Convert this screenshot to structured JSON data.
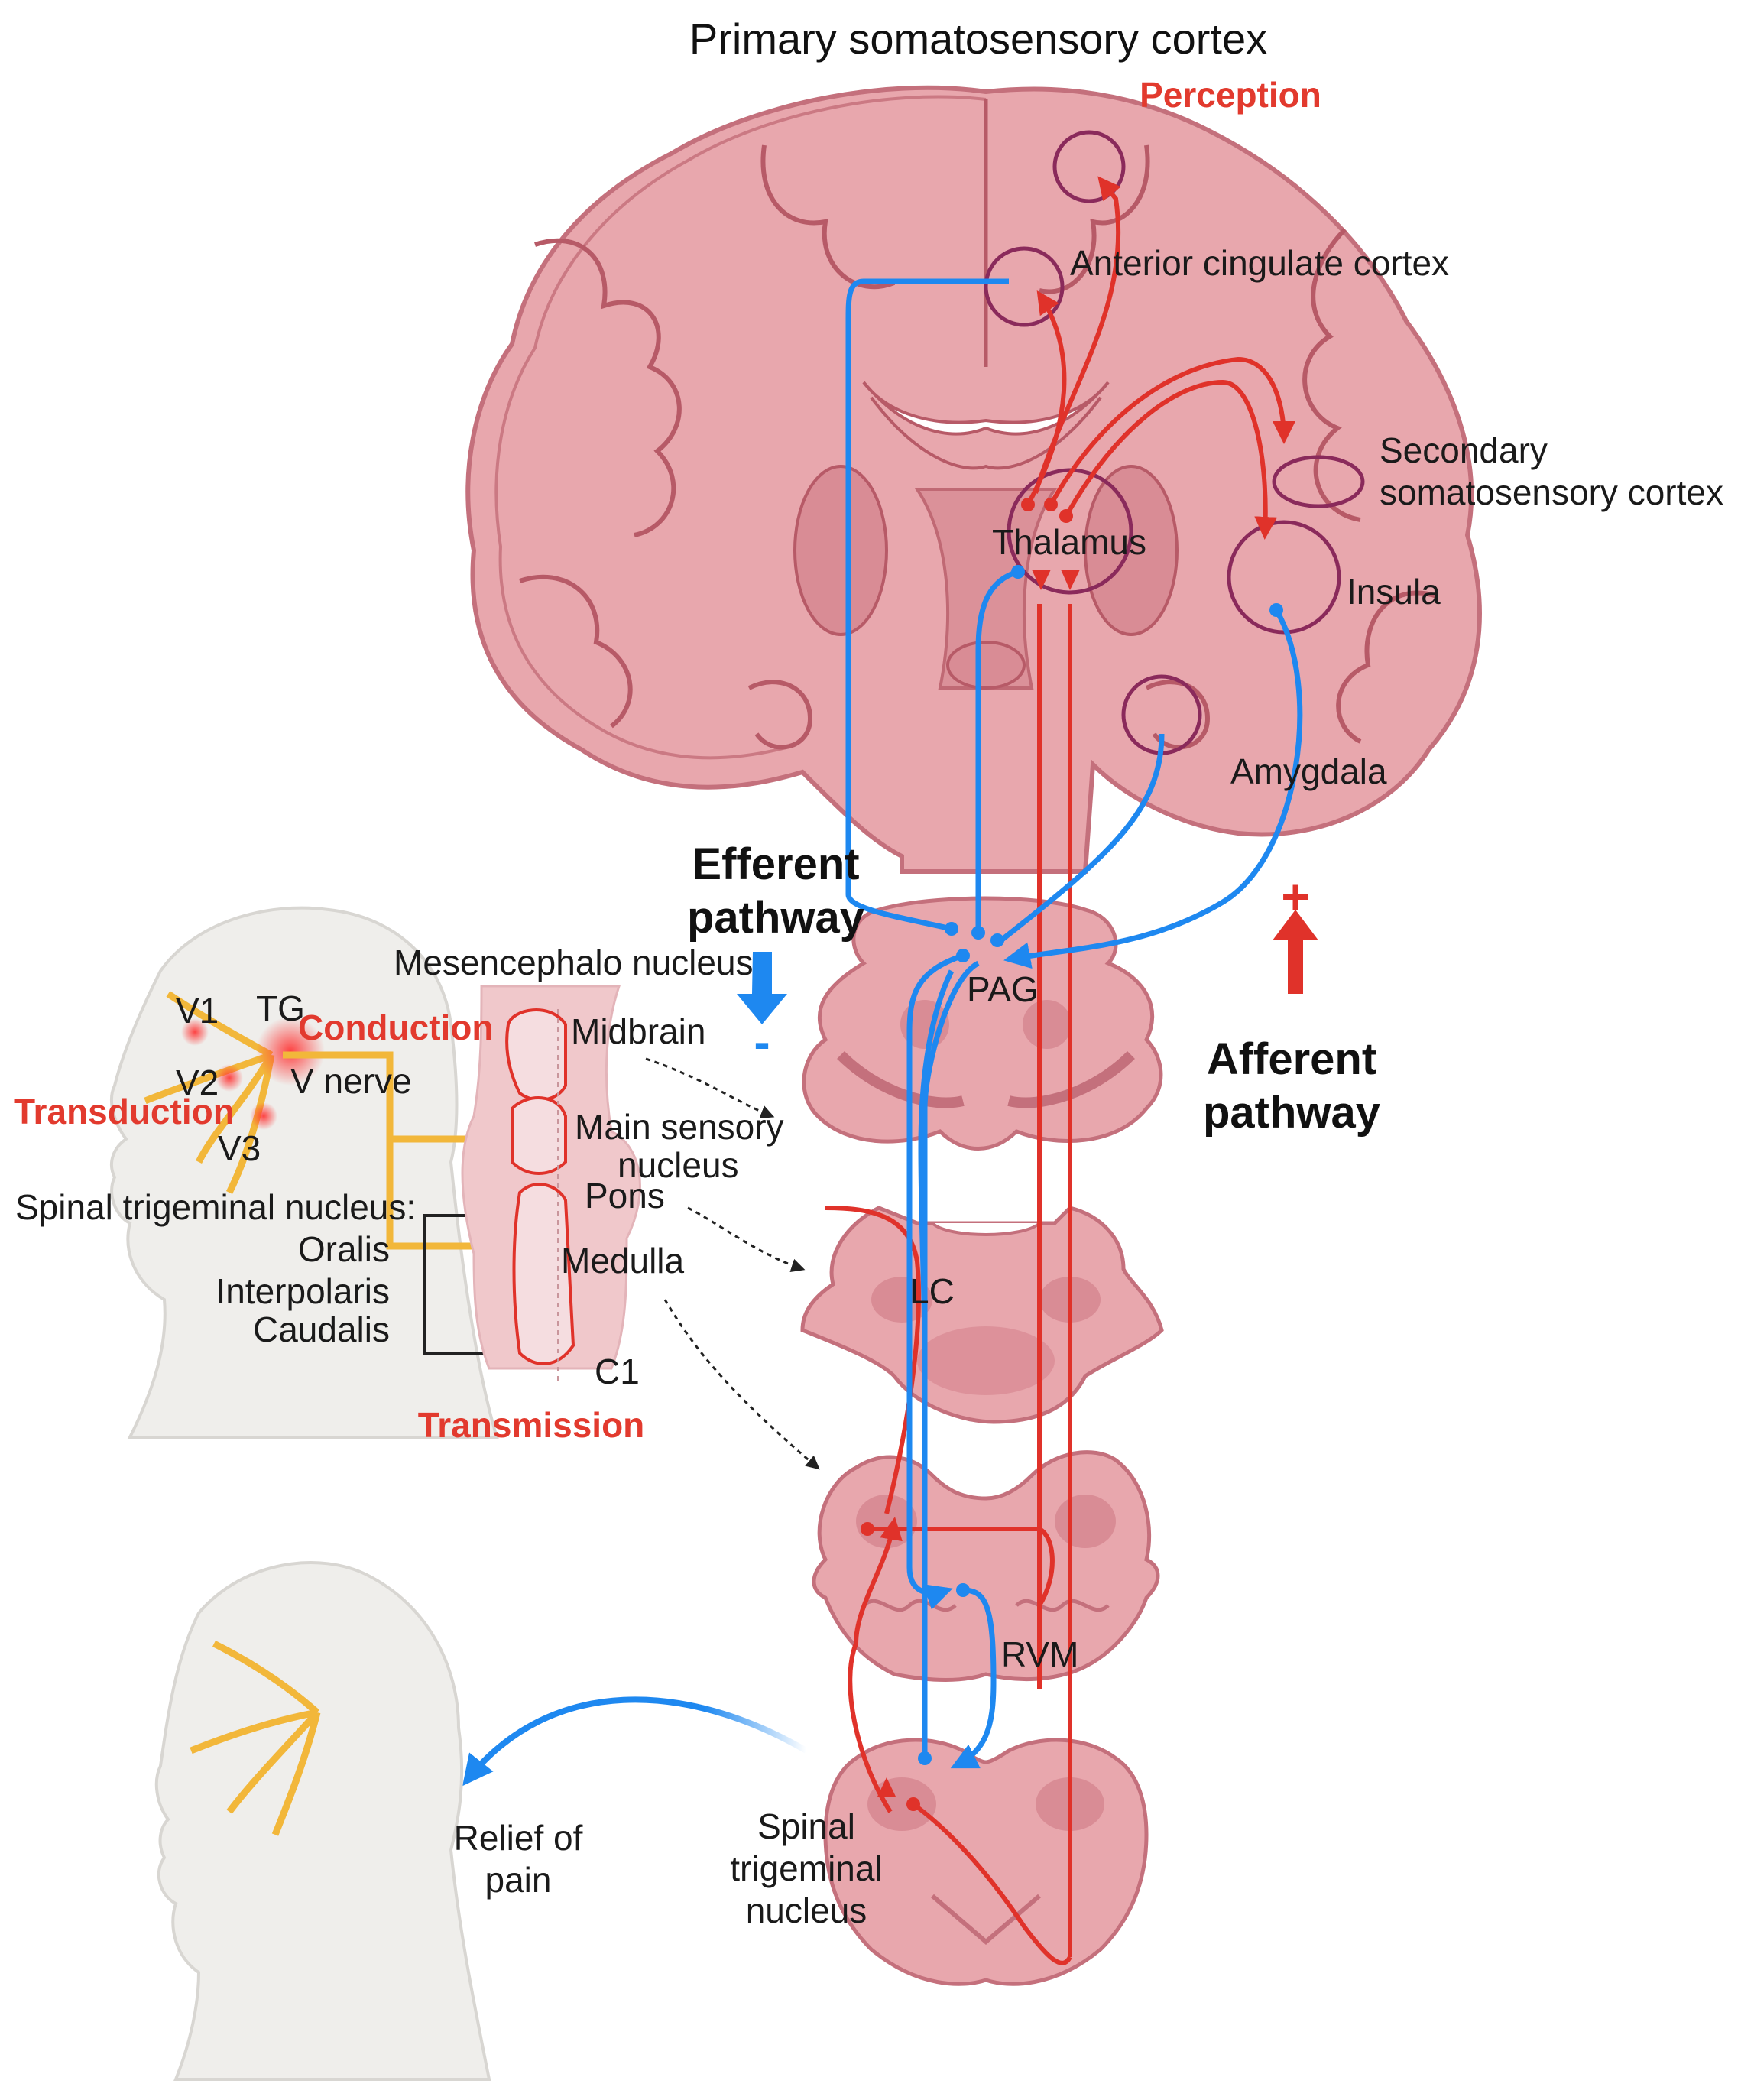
{
  "title": "Primary somatosensory cortex",
  "labels": {
    "perception": "Perception",
    "acc": "Anterior cingulate cortex",
    "secondary_1": "Secondary",
    "secondary_2": "somatosensory cortex",
    "thalamus": "Thalamus",
    "insula": "Insula",
    "amygdala": "Amygdala",
    "efferent_1": "Efferent",
    "efferent_2": "pathway",
    "efferent_sign": "-",
    "afferent_1": "Afferent",
    "afferent_2": "pathway",
    "afferent_sign": "+",
    "pag": "PAG",
    "lc": "LC",
    "rvm": "RVM",
    "stn_1": "Spinal",
    "stn_2": "trigeminal",
    "stn_3": "nucleus",
    "relief_1": "Relief of",
    "relief_2": "pain",
    "mesencephalo": "Mesencephalo nucleus",
    "midbrain": "Midbrain",
    "main_sensory_1": "Main sensory",
    "main_sensory_2": "nucleus",
    "pons": "Pons",
    "medulla": "Medulla",
    "c1": "C1",
    "v1": "V1",
    "v2": "V2",
    "v3": "V3",
    "tg": "TG",
    "v_nerve": "V nerve",
    "conduction": "Conduction",
    "transduction": "Transduction",
    "transmission": "Transmission",
    "spinal_nucleus_heading": "Spinal trigeminal nucleus:",
    "oralis": "Oralis",
    "interpolaris": "Interpolaris",
    "caudalis": "Caudalis"
  },
  "colors": {
    "efferent_blue": "#1e88f0",
    "afferent_red": "#e0322a",
    "nerve_gold": "#f2b73a",
    "tissue_pink": "#e8a7ad",
    "tissue_dark": "#c4707c",
    "region_outline": "#8a2a5b"
  }
}
